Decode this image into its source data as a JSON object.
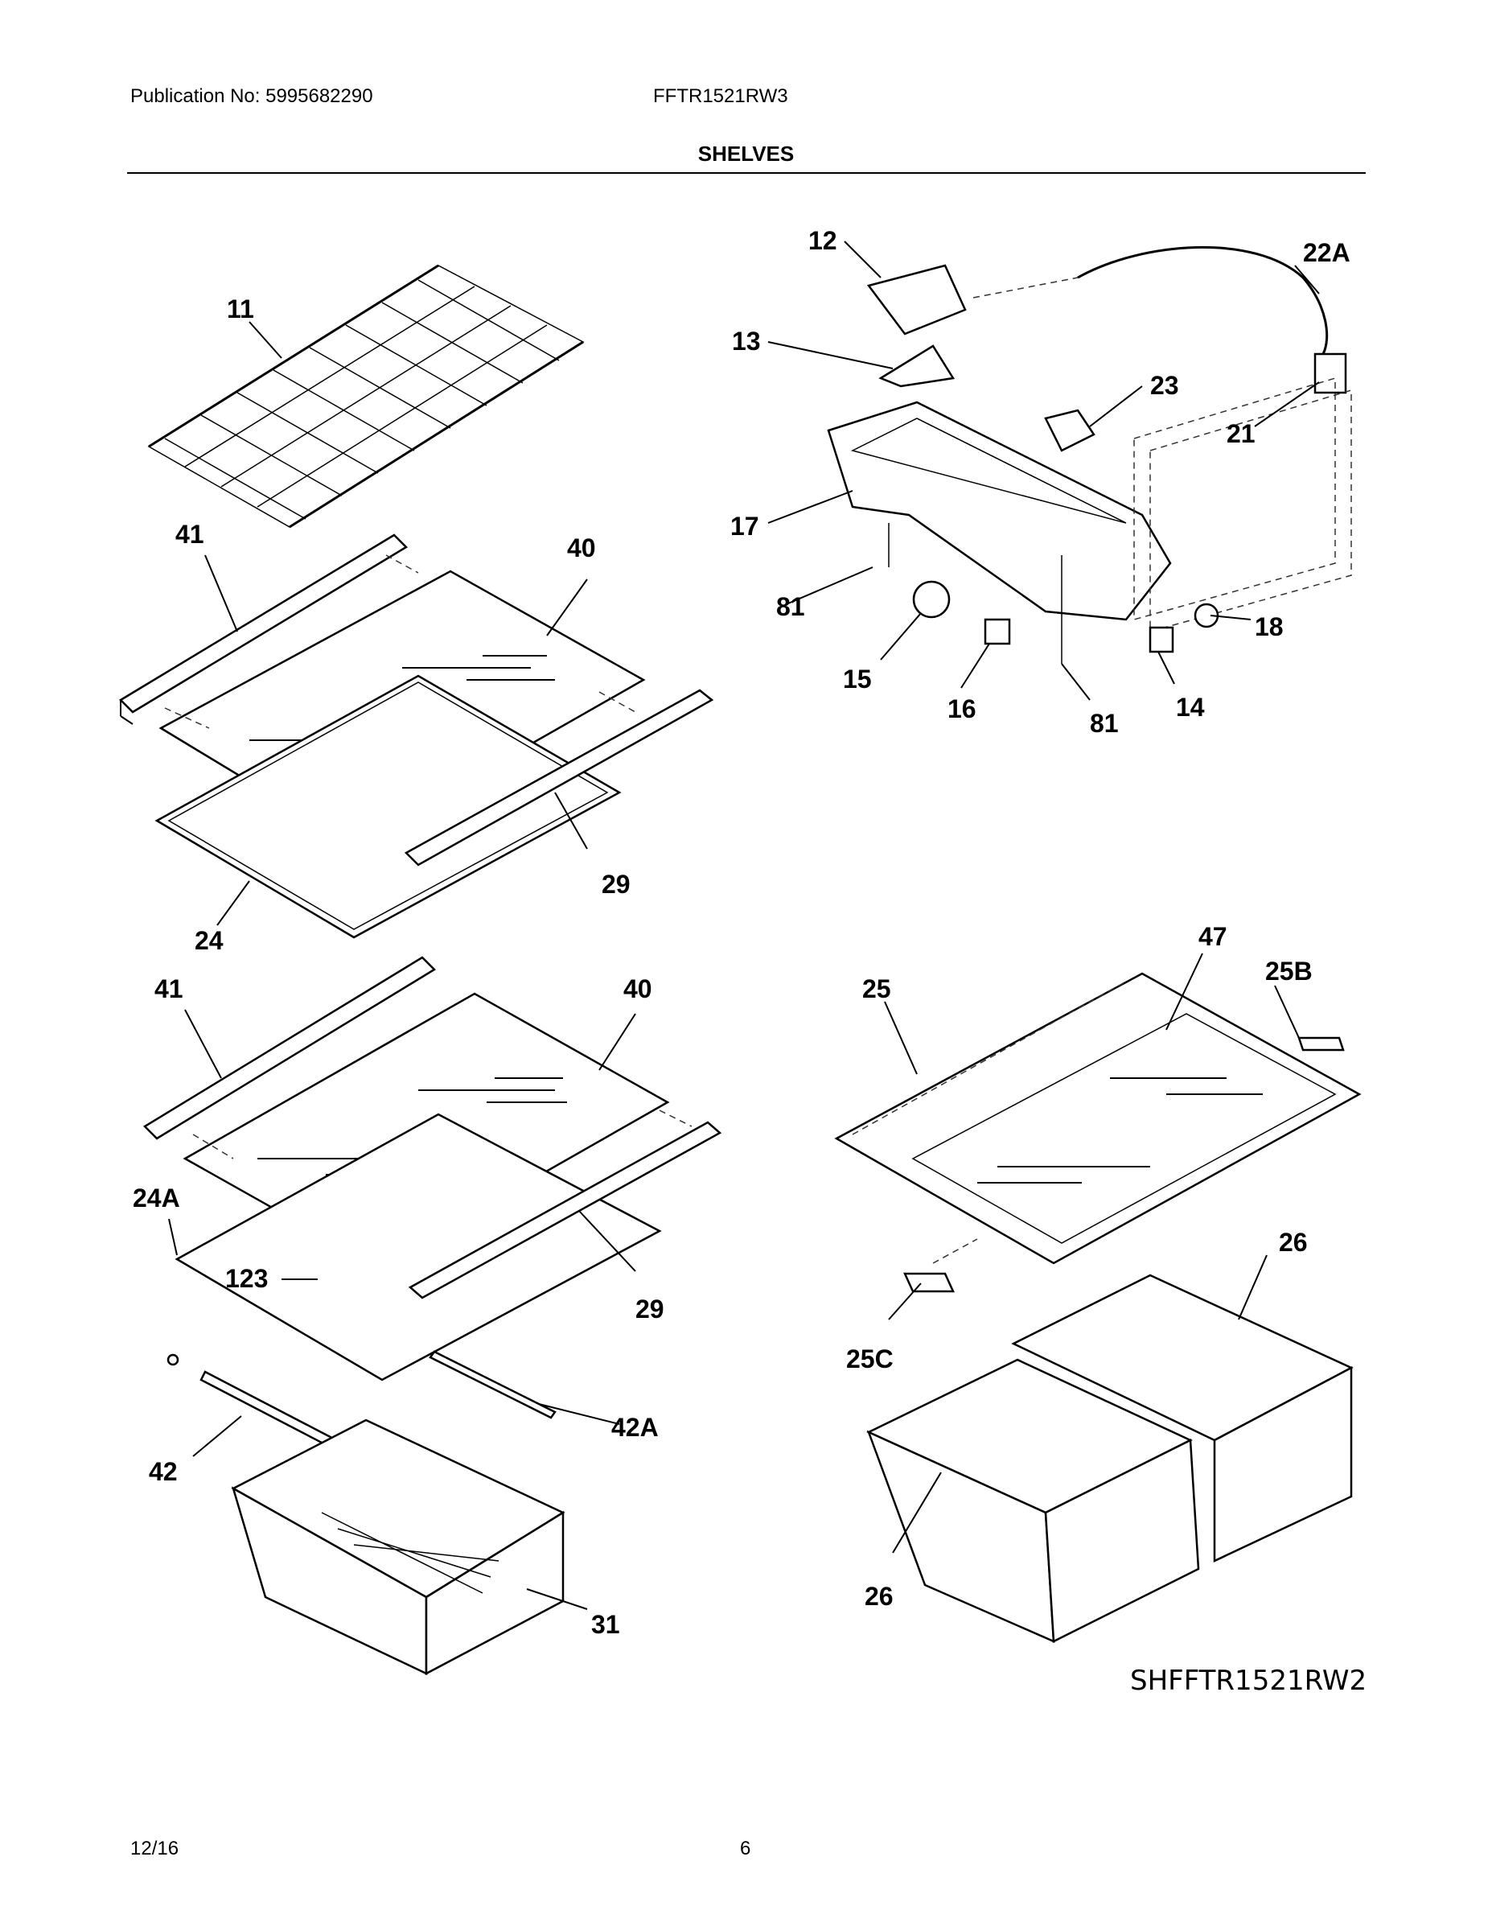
{
  "header": {
    "publication": "Publication No: 5995682290",
    "model": "FFTR1521RW3",
    "section_title": "SHELVES"
  },
  "callouts": [
    {
      "id": "c11",
      "text": "11"
    },
    {
      "id": "c41a",
      "text": "41"
    },
    {
      "id": "c40a",
      "text": "40"
    },
    {
      "id": "c29a",
      "text": "29"
    },
    {
      "id": "c24",
      "text": "24"
    },
    {
      "id": "c41b",
      "text": "41"
    },
    {
      "id": "c40b",
      "text": "40"
    },
    {
      "id": "c24A",
      "text": "24A"
    },
    {
      "id": "c123",
      "text": "123"
    },
    {
      "id": "c29b",
      "text": "29"
    },
    {
      "id": "c42A",
      "text": "42A"
    },
    {
      "id": "c42",
      "text": "42"
    },
    {
      "id": "c31",
      "text": "31"
    },
    {
      "id": "c12",
      "text": "12"
    },
    {
      "id": "c22A",
      "text": "22A"
    },
    {
      "id": "c13",
      "text": "13"
    },
    {
      "id": "c23",
      "text": "23"
    },
    {
      "id": "c21",
      "text": "21"
    },
    {
      "id": "c17",
      "text": "17"
    },
    {
      "id": "c81a",
      "text": "81"
    },
    {
      "id": "c18",
      "text": "18"
    },
    {
      "id": "c15",
      "text": "15"
    },
    {
      "id": "c16",
      "text": "16"
    },
    {
      "id": "c81b",
      "text": "81"
    },
    {
      "id": "c14",
      "text": "14"
    },
    {
      "id": "c47",
      "text": "47"
    },
    {
      "id": "c25",
      "text": "25"
    },
    {
      "id": "c25B",
      "text": "25B"
    },
    {
      "id": "c26a",
      "text": "26"
    },
    {
      "id": "c25C",
      "text": "25C"
    },
    {
      "id": "c26b",
      "text": "26"
    }
  ],
  "diagram_code": "SHFFTR1521RW2",
  "footer": {
    "date": "12/16",
    "page": "6"
  }
}
